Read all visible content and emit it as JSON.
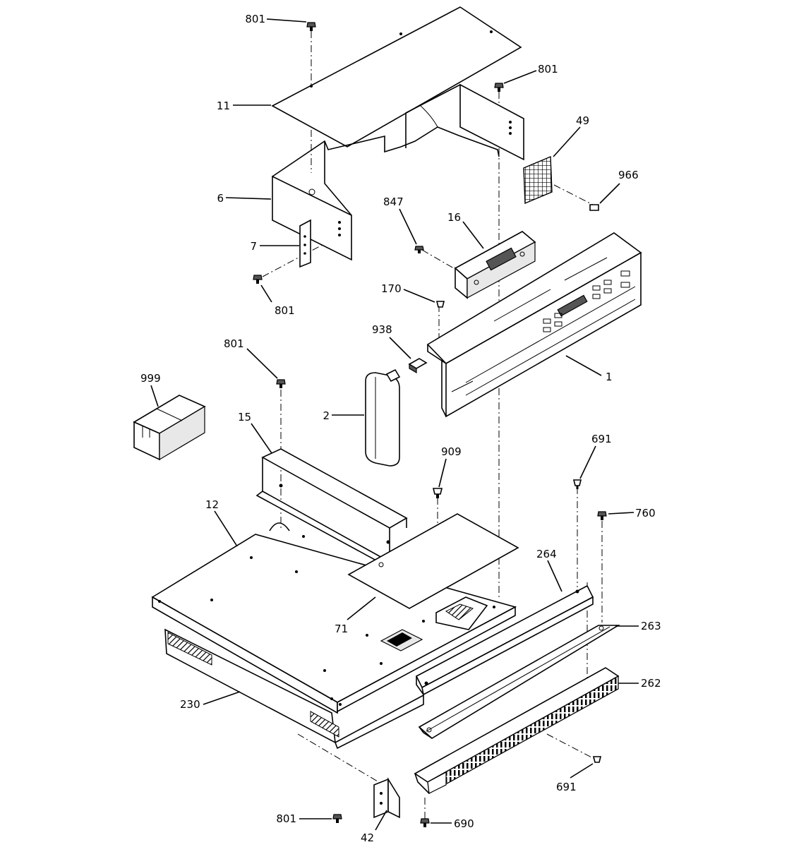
{
  "labels": {
    "l801a": "801",
    "l11": "11",
    "l801b": "801",
    "l49": "49",
    "l966": "966",
    "l6": "6",
    "l847": "847",
    "l16": "16",
    "l7": "7",
    "l801c": "801",
    "l170": "170",
    "l938": "938",
    "l1": "1",
    "l801d": "801",
    "l999": "999",
    "l15": "15",
    "l2": "2",
    "l909": "909",
    "l691a": "691",
    "l760": "760",
    "l12": "12",
    "l264": "264",
    "l71": "71",
    "l263": "263",
    "l262": "262",
    "l230": "230",
    "l691b": "691",
    "l801e": "801",
    "l690": "690",
    "l42": "42"
  }
}
